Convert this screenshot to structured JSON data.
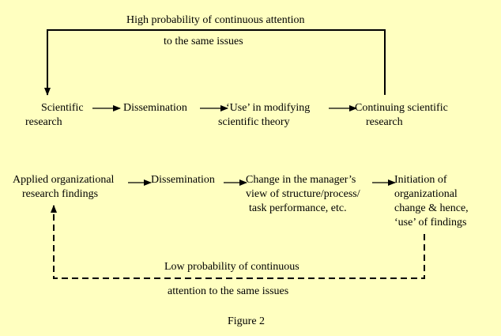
{
  "top_loop": {
    "caption_line1": "High probability of continuous attention",
    "caption_line2": "to the same issues",
    "nodes": [
      {
        "line1": "Scientific",
        "line2": "research"
      },
      {
        "line1": "Dissemination"
      },
      {
        "line1": "‘Use’ in modifying",
        "line2": "scientific theory"
      },
      {
        "line1": "Continuing scientific",
        "line2": "research"
      }
    ]
  },
  "bottom_loop": {
    "caption_line1": "Low probability of continuous",
    "caption_line2": "attention to the same issues",
    "nodes": [
      {
        "line1": "Applied organizational",
        "line2": "research findings"
      },
      {
        "line1": "Dissemination"
      },
      {
        "line1": "Change in the manager’s",
        "line2": "view of structure/process/",
        "line3": "task performance, etc."
      },
      {
        "line1": "Initiation of",
        "line2": "organizational",
        "line3": "change & hence,",
        "line4": "‘use’ of findings"
      }
    ]
  },
  "figure_caption": "Figure 2",
  "colors": {
    "background": "#ffffc0",
    "ink": "#000000"
  }
}
